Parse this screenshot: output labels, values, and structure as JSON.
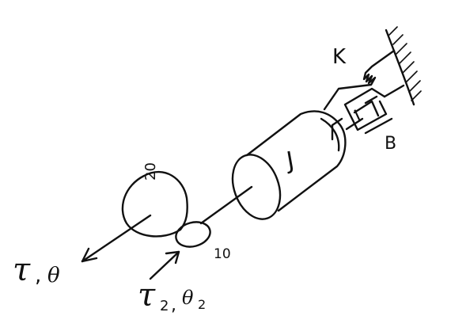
{
  "labels": {
    "spring": "K",
    "damper": "B",
    "inertia_large": "J",
    "inertia_small": "I",
    "gear_large_teeth": "20",
    "gear_small_teeth": "10",
    "torque1_symbol": "τ",
    "torque1_angle": "θ",
    "torque2_symbol": "τ",
    "torque2_sub": "2",
    "torque2_angle": "θ",
    "torque2_angle_sub": "2"
  }
}
